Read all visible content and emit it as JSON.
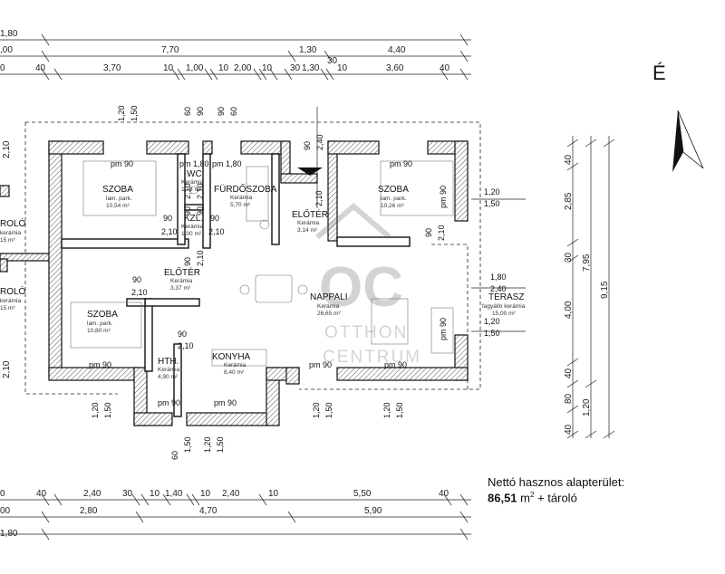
{
  "top_dims": {
    "row1": [
      "1,80"
    ],
    "row2": [
      "7,70",
      "1,30",
      "4,40",
      ",00"
    ],
    "row3": [
      "40",
      "3,70",
      "10",
      "1,00",
      "10",
      "2,00",
      "10",
      "30",
      "1,30",
      "30",
      "10",
      "3,60",
      "40",
      "0"
    ]
  },
  "bottom_dims": {
    "row1": [
      "40",
      "2,40",
      "30",
      "10",
      "1,40",
      "10",
      "2,40",
      "10",
      "5,50",
      "40",
      "0"
    ],
    "row2": [
      "2,80",
      "4,70",
      "5,90",
      "00"
    ],
    "row3": [
      "1,80"
    ]
  },
  "right_dims": {
    "col1": [
      "40",
      "2,85",
      "30",
      "4,00",
      "40",
      "80",
      "40"
    ],
    "col2": [
      "7,95",
      "1,20"
    ],
    "col3": [
      "9,15"
    ]
  },
  "left_dims": [
    "2,10",
    "2,10"
  ],
  "rooms": {
    "szoba1": {
      "name": "SZOBA",
      "floor": "lam. park.",
      "area": "10,54 m²"
    },
    "wc": {
      "name": "WC",
      "floor": "Kerámia",
      "area": "1,73 m²"
    },
    "furdo": {
      "name": "FÜRDŐSZOBA",
      "floor": "Kerámia",
      "area": "5,70 m²"
    },
    "eloter1": {
      "name": "ELŐTÉR",
      "floor": "Kerámia",
      "area": "3,14 m²"
    },
    "szoba2": {
      "name": "SZOBA",
      "floor": "lam. park.",
      "area": "10,26 m²"
    },
    "kzl": {
      "name": "KZL.",
      "floor": "Kerámia",
      "area": "1,00 m²"
    },
    "eloter2": {
      "name": "ELŐTÉR",
      "floor": "Kerámia",
      "area": "3,37 m²"
    },
    "nappali": {
      "name": "NAPPALI",
      "floor": "Kerámia",
      "area": "26,65 m²"
    },
    "szoba3": {
      "name": "SZOBA",
      "floor": "lam. park.",
      "area": "10,80 m²"
    },
    "hth": {
      "name": "HTH.",
      "floor": "Kerámia",
      "area": "4,90 m²"
    },
    "konyha": {
      "name": "KONYHA",
      "floor": "Kerámia",
      "area": "8,40 m²"
    },
    "terasz": {
      "name": "TERASZ",
      "floor": "fagyálló kerámia",
      "area": "15,00 m²"
    },
    "rolo1": {
      "name": "ROLÓ",
      "floor": "kerámia",
      "area": "15 m²"
    },
    "rolo2": {
      "name": "ROLÓ",
      "floor": "kerámia",
      "area": "15 m²"
    }
  },
  "openings": {
    "pm90": "pm 90",
    "pm1_80": "pm 1,80",
    "d90": "90",
    "d210": "2,10",
    "v120": "1,20",
    "v150": "1,50",
    "v60": "60",
    "v90": "90",
    "v240": "2,40",
    "v180": "1,80",
    "v80": "80",
    "w120": "1,20",
    "w150": "1,50",
    "w240": "2,40"
  },
  "north_label": "É",
  "watermark": {
    "logo": "OC",
    "line1": "OTTHON",
    "line2": "CENTRUM"
  },
  "area_note": {
    "line1": "Nettó hasznos alapterület:",
    "value": "86,51",
    "unit": "m",
    "suffix": " + tároló"
  }
}
